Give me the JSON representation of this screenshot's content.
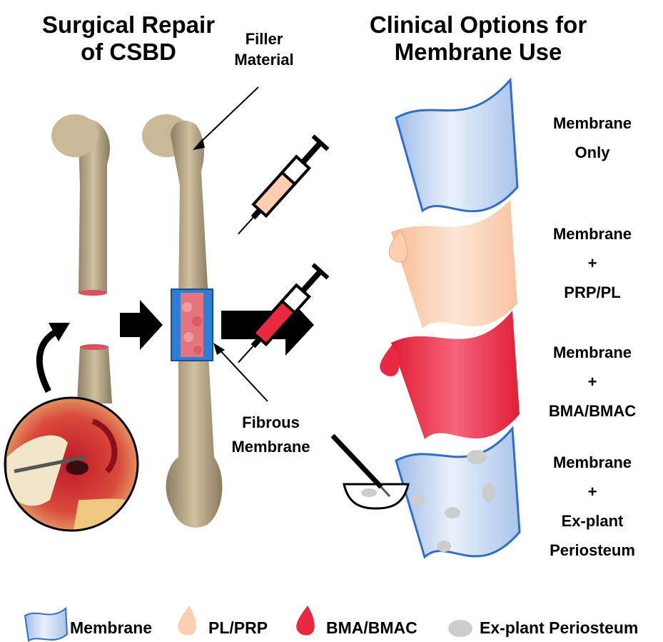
{
  "left_title_line1": "Surgical Repair",
  "left_title_line2": "of CSBD",
  "right_title_line1": "Clinical Options for",
  "right_title_line2": "Membrane Use",
  "filler_label_line1": "Filler",
  "filler_label_line2": "Material",
  "fibrous_label_line1": "Fibrous",
  "fibrous_label_line2": "Membrane",
  "options": [
    {
      "line1": "Membrane",
      "line2": "Only",
      "line3": "",
      "line4": ""
    },
    {
      "line1": "Membrane",
      "line2": "+",
      "line3": "PRP/PL",
      "line4": ""
    },
    {
      "line1": "Membrane",
      "line2": "+",
      "line3": "BMA/BMAC",
      "line4": ""
    },
    {
      "line1": "Membrane",
      "line2": "+",
      "line3": "Ex-plant",
      "line4": "Periosteum"
    }
  ],
  "legend": [
    {
      "label": "Membrane",
      "icon": "membrane-icon"
    },
    {
      "label": "PL/PRP",
      "icon": "pl-prp-drop-icon"
    },
    {
      "label": "BMA/BMAC",
      "icon": "bma-bmac-drop-icon"
    },
    {
      "label": "Ex-plant Periosteum",
      "icon": "periosteum-fragment-icon"
    }
  ],
  "colors": {
    "membrane_fill": "#c7d9f3",
    "membrane_edge": "#2f6fc8",
    "prp_fill": "#fbcfb0",
    "bma_fill": "#e8293f",
    "bone": "#b9a98a",
    "defect": "#e5747e",
    "fragment": "#cdcdcd",
    "arrow": "#000000"
  }
}
